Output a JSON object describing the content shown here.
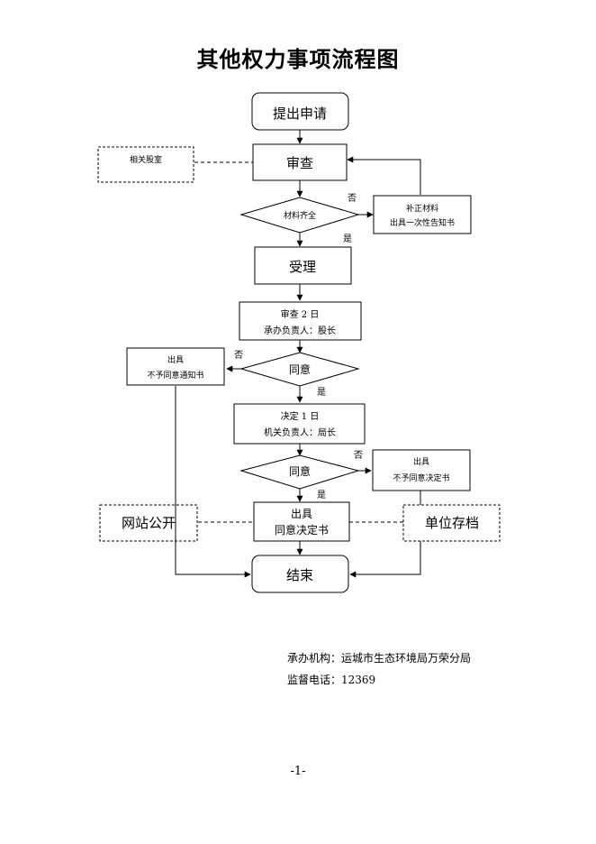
{
  "title": "其他权力事项流程图",
  "nodes": {
    "apply": "提出申请",
    "review": "审查",
    "related_dept": "相关股室",
    "materials_check": "材料齐全",
    "supplement_line1": "补正材料",
    "supplement_line2": "出具一次性告知书",
    "accept": "受理",
    "review2_line1": "审查 2 日",
    "review2_line2": "承办负责人：股长",
    "agree1": "同意",
    "reject1_line1": "出具",
    "reject1_line2": "不予同意通知书",
    "decide_line1": "决定 1 日",
    "decide_line2": "机关负责人：局长",
    "agree2": "同意",
    "reject2_line1": "出具",
    "reject2_line2": "不予同意决定书",
    "issue_line1": "出具",
    "issue_line2": "同意决定书",
    "website": "网站公开",
    "archive": "单位存档",
    "end": "结束"
  },
  "labels": {
    "no": "否",
    "yes": "是"
  },
  "footer": {
    "agency": "承办机构：运城市生态环境局万荣分局",
    "phone": "监督电话：12369"
  },
  "page_number": "-1-"
}
